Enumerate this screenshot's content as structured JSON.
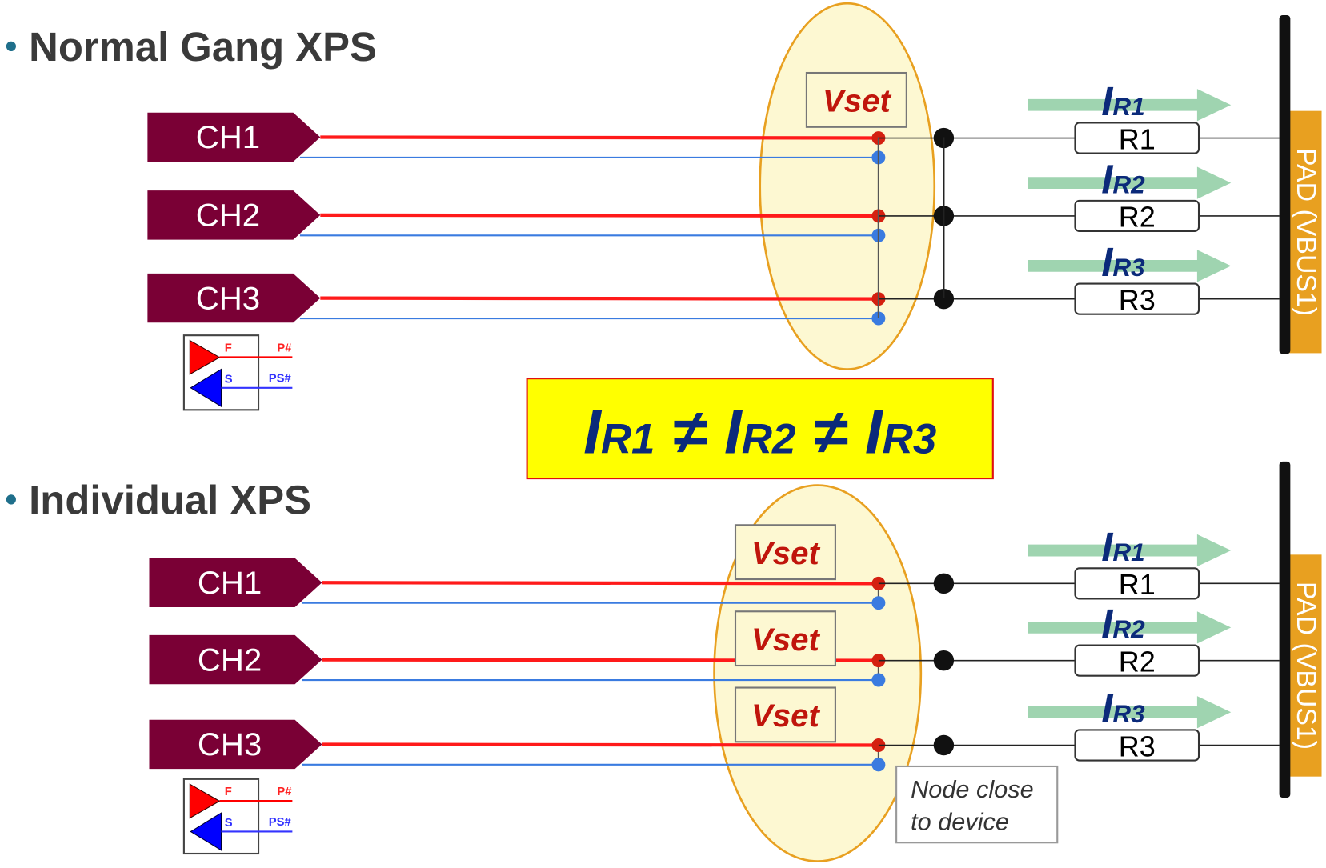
{
  "sections": [
    {
      "title": "Normal Gang XPS",
      "bullet": "•",
      "channels": [
        "CH1",
        "CH2",
        "CH3"
      ],
      "vset_label": "Vset",
      "currents": [
        {
          "main": "I",
          "sub": "R1"
        },
        {
          "main": "I",
          "sub": "R2"
        },
        {
          "main": "I",
          "sub": "R3"
        }
      ],
      "resistors": [
        "R1",
        "R2",
        "R3"
      ],
      "pad_label": "PAD (VBUS1)"
    },
    {
      "title": "Individual XPS",
      "bullet": "•",
      "channels": [
        "CH1",
        "CH2",
        "CH3"
      ],
      "vset_label": "Vset",
      "currents": [
        {
          "main": "I",
          "sub": "R1"
        },
        {
          "main": "I",
          "sub": "R2"
        },
        {
          "main": "I",
          "sub": "R3"
        }
      ],
      "resistors": [
        "R1",
        "R2",
        "R3"
      ],
      "pad_label": "PAD (VBUS1)",
      "note": [
        "Node close",
        "to device"
      ]
    }
  ],
  "legend": {
    "force": "F",
    "sense": "S",
    "force_pin": "P#",
    "sense_pin": "PS#"
  },
  "equation": {
    "parts": [
      {
        "main": "I",
        "sub": "R1"
      },
      {
        "op": "≠"
      },
      {
        "main": "I",
        "sub": "R2"
      },
      {
        "op": "≠"
      },
      {
        "main": "I",
        "sub": "R3"
      }
    ]
  },
  "colors": {
    "channel": "#7a0035",
    "force": "#ff1a1a",
    "sense": "#3a7be0",
    "ellipse_fill": "#fdf8d2",
    "ellipse_stroke": "#e8a020",
    "arrow": "#9fd4b0",
    "pad": "#e8a020",
    "equation_bg": "#ffff00",
    "current_text": "#0b2a7a"
  }
}
